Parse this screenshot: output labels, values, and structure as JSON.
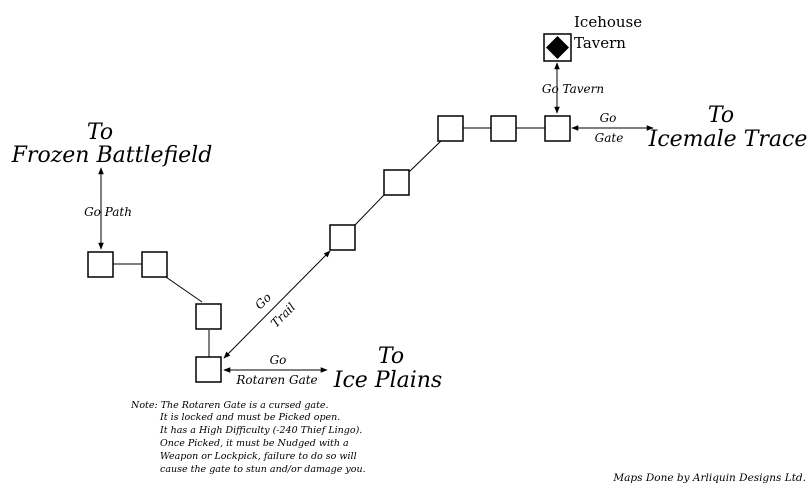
{
  "destinations": {
    "frozen_battlefield": {
      "line1": "To",
      "line2": "Frozen Battlefield"
    },
    "icemale_trace": {
      "line1": "To",
      "line2": "Icemale Trace"
    },
    "ice_plains": {
      "line1": "To",
      "line2": "Ice Plains"
    }
  },
  "tavern": {
    "line1": "Icehouse",
    "line2": "Tavern"
  },
  "exits": {
    "path": "Go Path",
    "tavern": "Go Tavern",
    "gate_go": "Go",
    "gate_label": "Gate",
    "trail_go": "Go",
    "trail_label": "Trail",
    "rotaren_go": "Go",
    "rotaren_label": "Rotaren Gate"
  },
  "note": {
    "line1": "Note: The Rotaren Gate is a cursed gate.",
    "line2": "It is locked and must be Picked open.",
    "line3": "It has a High Difficulty (-240 Thief Lingo).",
    "line4": "Once Picked, it must be Nudged with a",
    "line5": "Weapon or Lockpick, failure to do so will",
    "line6": "cause the gate to stun and/or damage you."
  },
  "credit": "Maps Done by Arliquin Designs Ltd."
}
